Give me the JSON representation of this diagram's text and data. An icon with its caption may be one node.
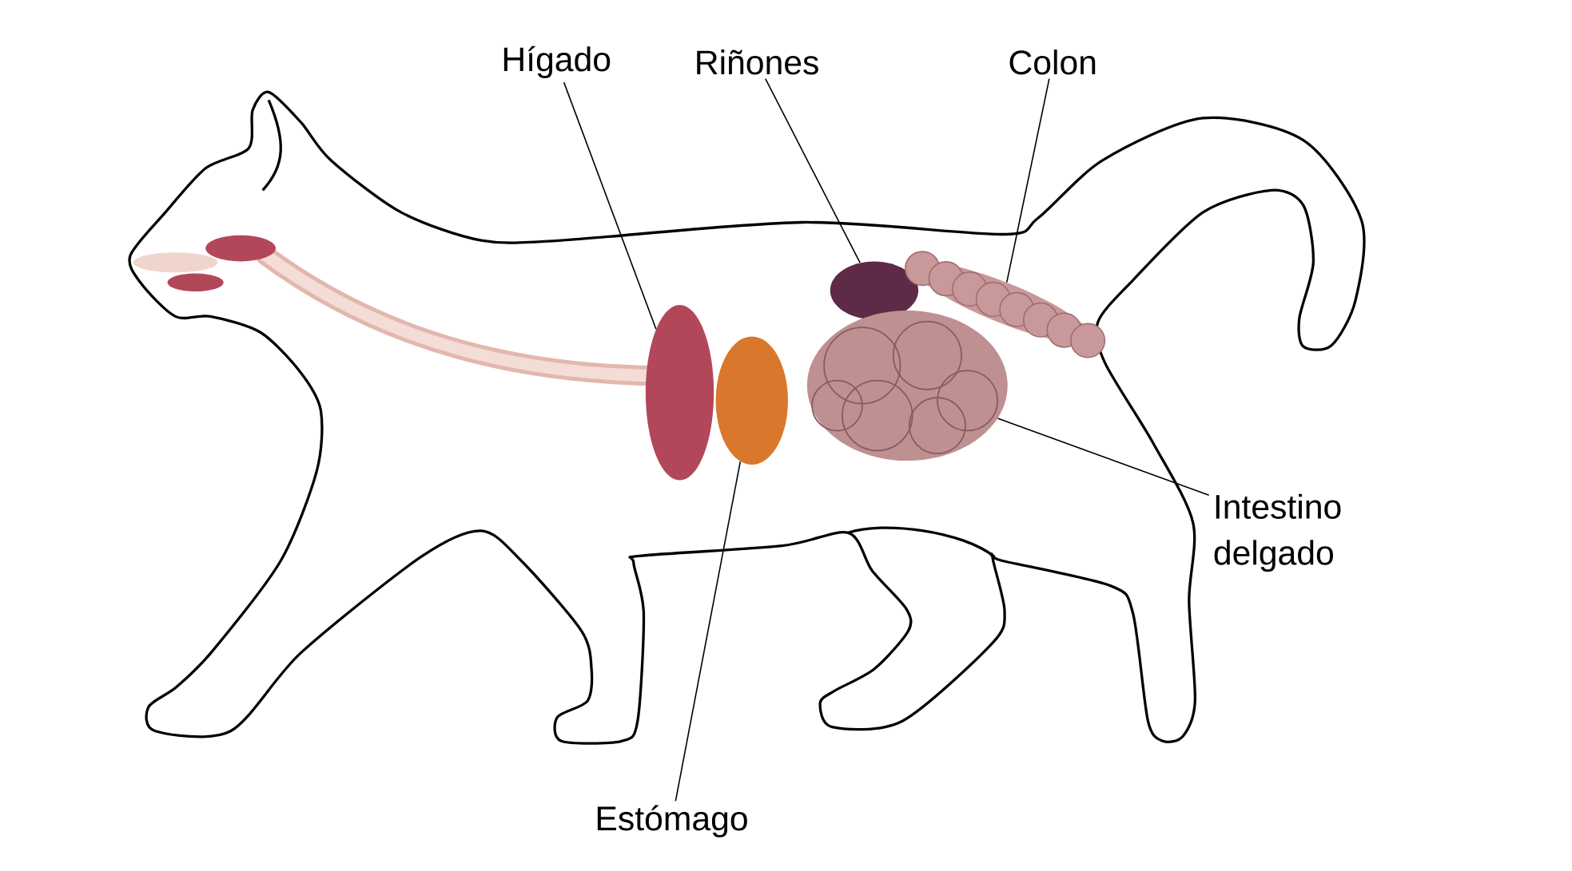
{
  "diagram": {
    "nodes": [
      {
        "text": [
          "Hígado"
        ]
      },
      {
        "text": [
          "Riñones"
        ]
      },
      {
        "text": [
          "Colon"
        ]
      },
      {
        "text": [],
        "shape": "ellipse"
      },
      {
        "text": [],
        "shape": "ellipse"
      },
      {
        "text": [],
        "shape": "picture"
      },
      {
        "text": [],
        "shape": "ellipse"
      },
      {
        "text": [],
        "shape": "picture"
      },
      {
        "text": [
          "Intestino delgado"
        ]
      },
      {
        "text": [
          "Estómago"
        ]
      }
    ],
    "edges": [
      {
        "from": 0,
        "to": 3,
        "arrow": "none"
      },
      {
        "from": 1,
        "to": 4,
        "arrow": "none"
      },
      {
        "from": 2,
        "to": 5,
        "arrow": "none"
      },
      {
        "from": 8,
        "to": 7,
        "arrow": "none"
      },
      {
        "from": 9,
        "to": 6,
        "arrow": "none"
      }
    ]
  }
}
